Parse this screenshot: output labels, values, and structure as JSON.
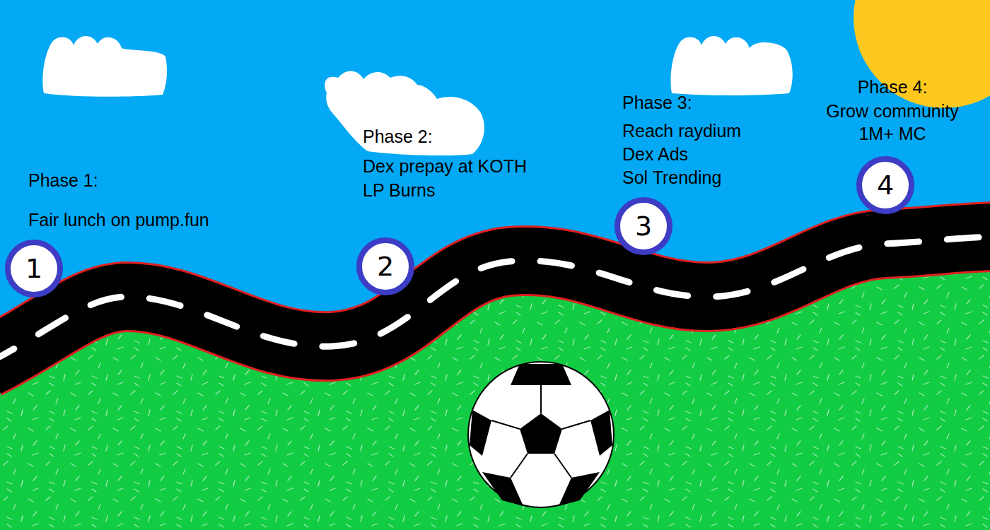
{
  "diagram": {
    "nodes": [
      {
        "text": [
          "1"
        ]
      },
      {
        "text": [
          "2"
        ]
      },
      {
        "text": [
          "3"
        ]
      },
      {
        "text": [
          "4"
        ]
      }
    ],
    "labels": [
      "Phase 1:",
      "Fair lunch on pump.fun",
      "Phase 2:",
      "Dex prepay at KOTH",
      "LP Burns",
      "Phase 3:",
      "Reach raydium",
      "Dex Ads",
      "Sol Trending",
      "Phase 4:",
      "Grow community",
      "1M+ MC"
    ]
  }
}
